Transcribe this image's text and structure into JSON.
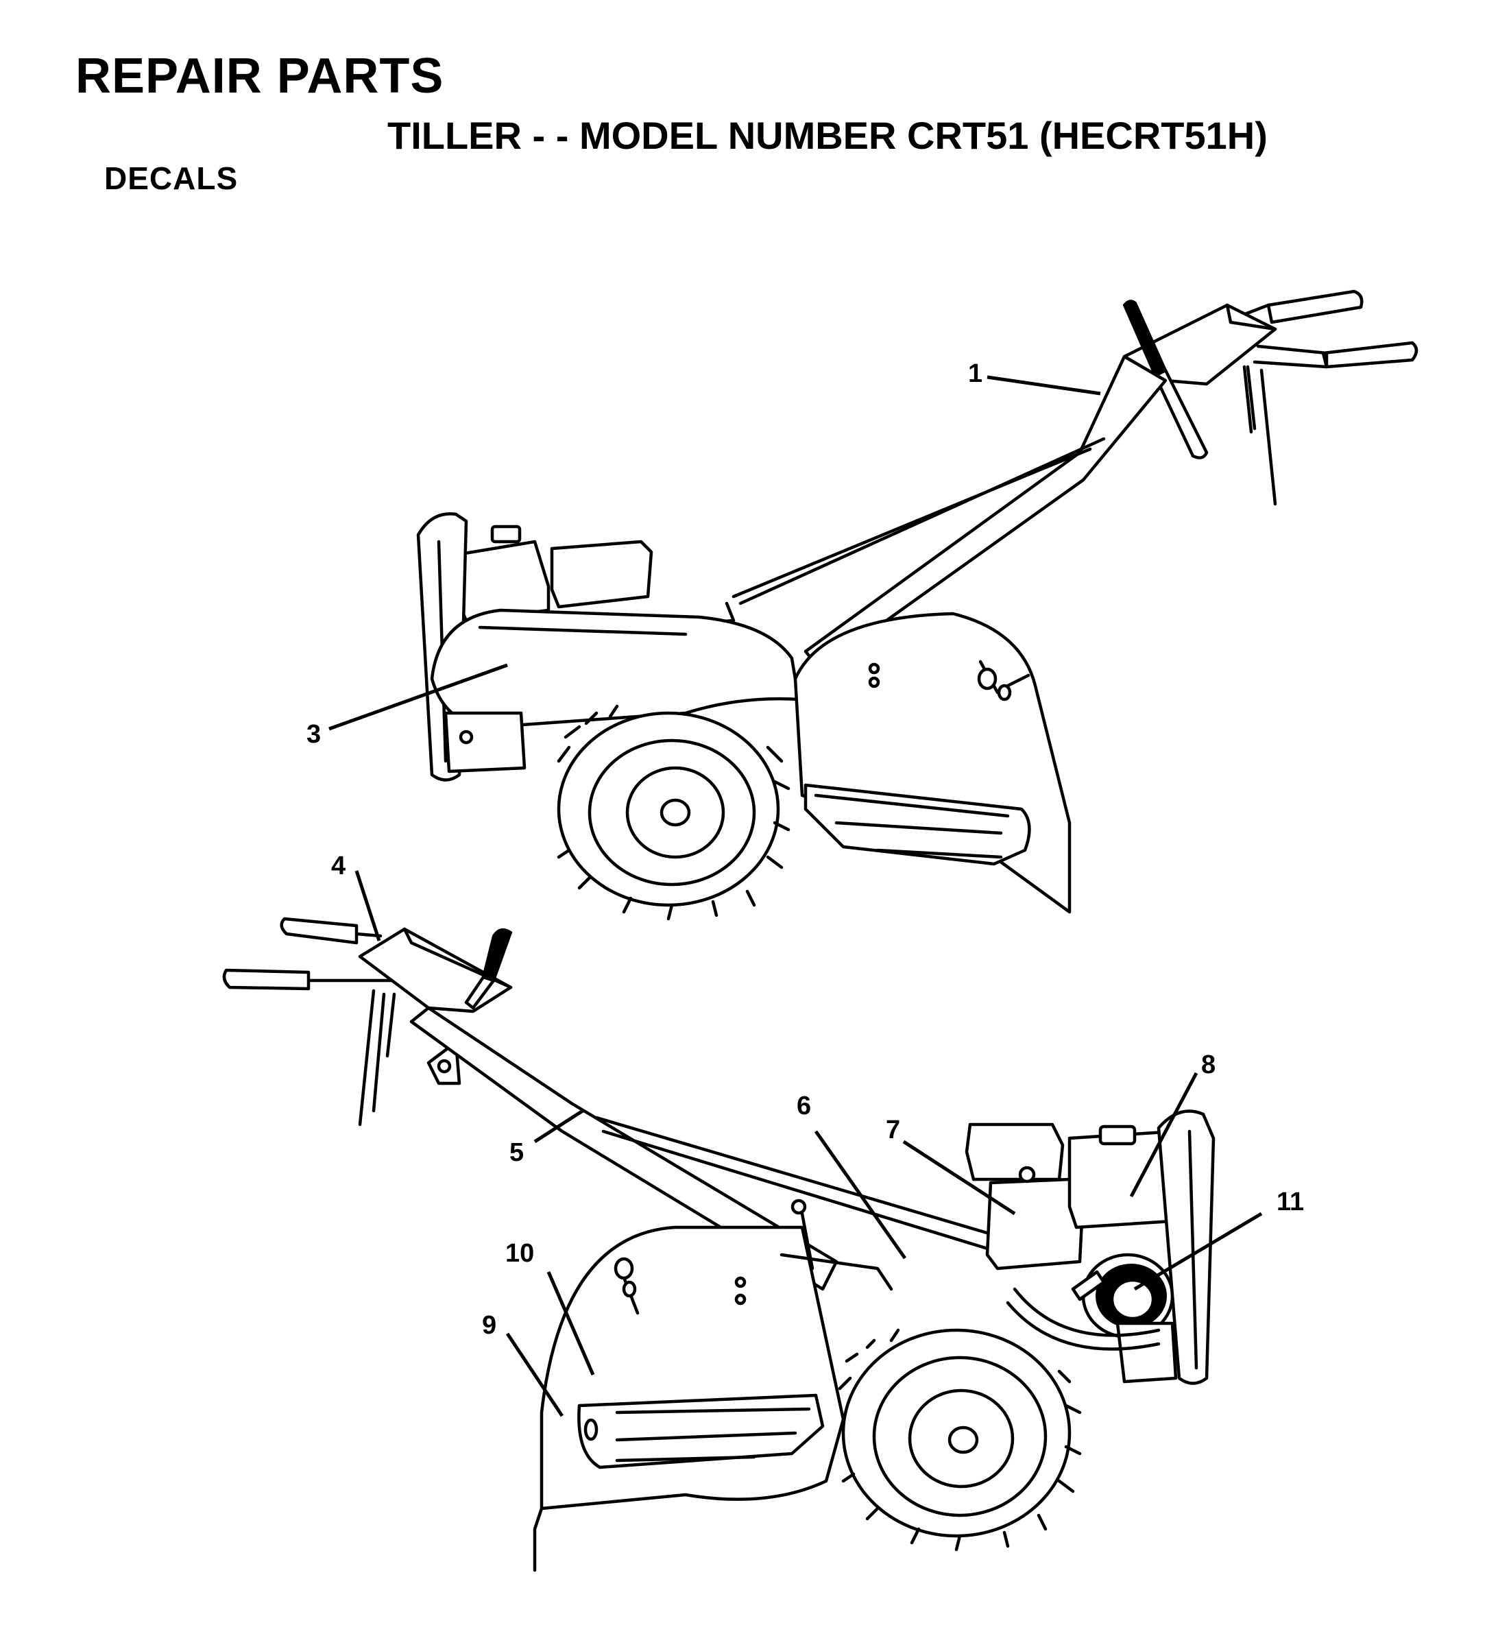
{
  "header": {
    "title": "REPAIR PARTS",
    "subtitle": "TILLER - - MODEL NUMBER CRT51 (HECRT51H)",
    "section": "DECALS"
  },
  "callouts": [
    {
      "label": "1"
    },
    {
      "label": "3"
    },
    {
      "label": "4"
    },
    {
      "label": "5"
    },
    {
      "label": "6"
    },
    {
      "label": "7"
    },
    {
      "label": "8"
    },
    {
      "label": "9"
    },
    {
      "label": "10"
    },
    {
      "label": "11"
    }
  ]
}
